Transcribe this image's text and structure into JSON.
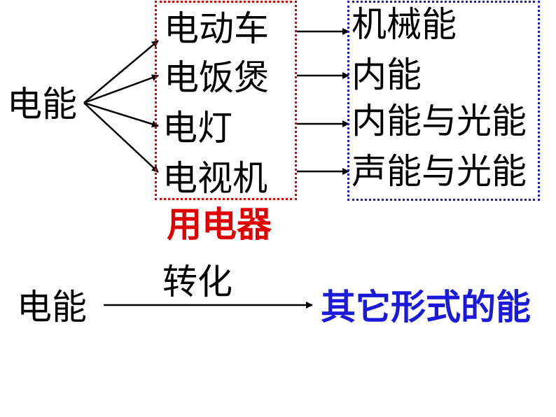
{
  "source": "电能",
  "devices_caption": "用电器",
  "devices": [
    "电动车",
    "电饭煲",
    "电灯",
    "电视机"
  ],
  "energy_forms": [
    "机械能",
    "内能",
    "内能与光能",
    "声能与光能"
  ],
  "summary": {
    "from": "电能",
    "process": "转化",
    "to": "其它形式的能"
  },
  "colors": {
    "text": "#000000",
    "devices_box_border": "#e00000",
    "energy_box_border": "#1a1ad8",
    "caption": "#e00000",
    "result": "#1a1ad8"
  }
}
